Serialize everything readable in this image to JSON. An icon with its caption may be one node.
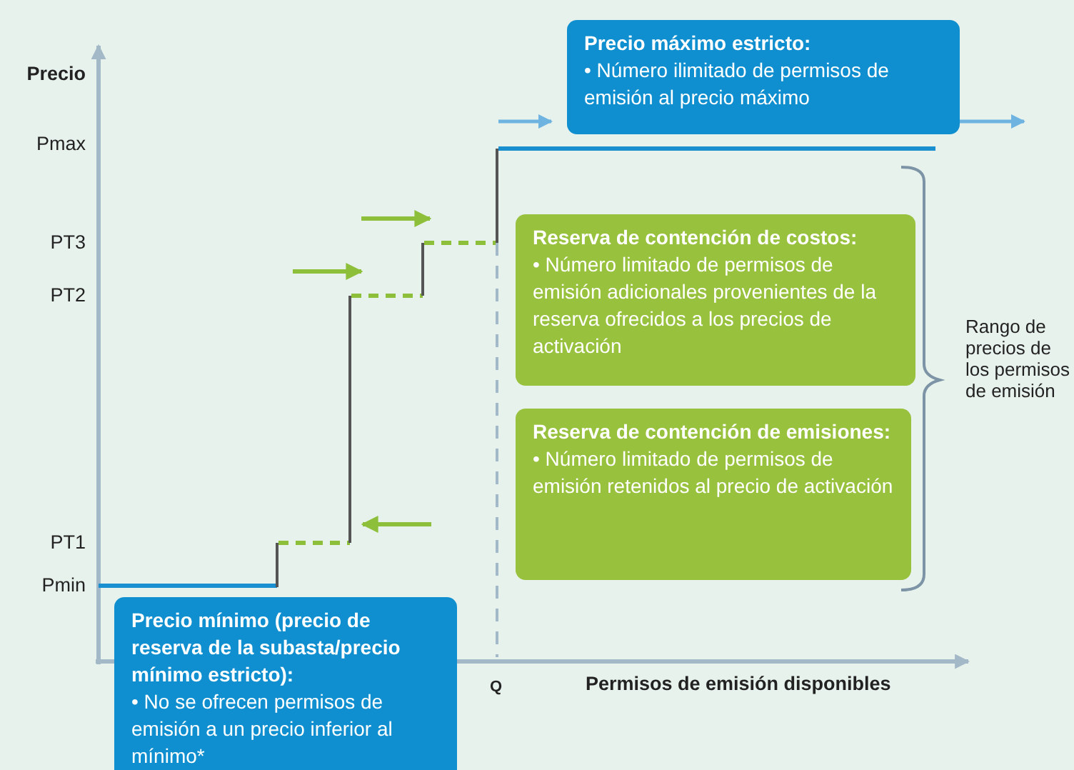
{
  "diagram": {
    "nodes": [
      {
        "text": [
          "Precio máximo estricto:",
          "• Número ilimitado de permisos de emisión al precio máximo"
        ]
      },
      {
        "text": [
          "Reserva de contención de costos:",
          "• Número limitado de permisos de emisión adicionales provenientes de la reserva ofrecidos a los precios de activación"
        ]
      },
      {
        "text": [
          "Reserva de contención de emisiones:",
          "• Número limitado de permisos de emisión retenidos al precio de activación"
        ]
      },
      {
        "text": [
          "Precio mínimo (precio de reserva de la subasta/precio mínimo estricto):",
          "• No se ofrecen permisos de emisión a un precio inferior al mínimo*"
        ]
      }
    ],
    "labels": [
      "Precio",
      "Pmax",
      "PT3",
      "PT2",
      "Rango de precios de los permisos de emisión",
      "PT1",
      "Pmin",
      "Q",
      "Permisos de emisión disponibles"
    ]
  }
}
